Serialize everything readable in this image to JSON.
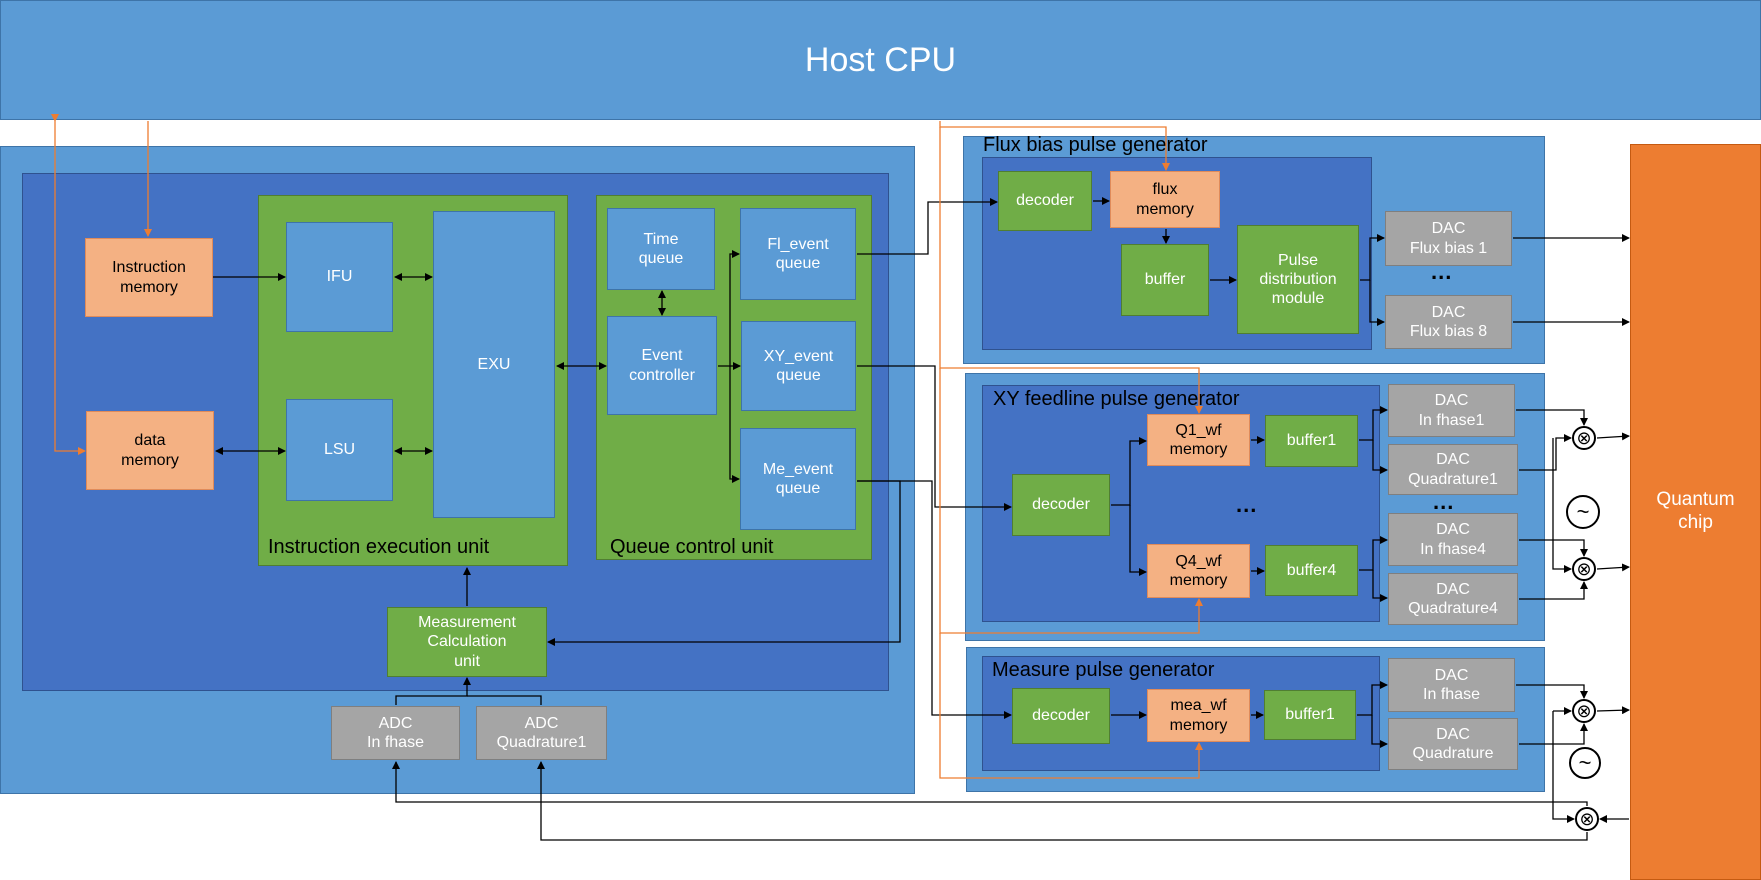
{
  "host": {
    "label": "Host CPU"
  },
  "controller": {
    "instruction_memory": "Instruction\nmemory",
    "data_memory": "data\nmemory",
    "ifu": "IFU",
    "lsu": "LSU",
    "exu": "EXU",
    "ieu_title": "Instruction execution unit",
    "qcu_title": "Queue control unit",
    "time_queue": "Time\nqueue",
    "event_controller": "Event\ncontroller",
    "fl_event_queue": "Fl_event\nqueue",
    "xy_event_queue": "XY_event\nqueue",
    "me_event_queue": "Me_event\nqueue",
    "measurement_unit": "Measurement\nCalculation\nunit",
    "adc_in": "ADC\nIn fhase",
    "adc_quad": "ADC\nQuadrature1"
  },
  "flux": {
    "title": "Flux bias pulse generator",
    "decoder": "decoder",
    "memory": "flux\nmemory",
    "buffer": "buffer",
    "pdm": "Pulse\ndistribution\nmodule",
    "dac1": "DAC\nFlux bias 1",
    "dac8": "DAC\nFlux bias 8",
    "dots": "..."
  },
  "xy": {
    "title": "XY feedline pulse generator",
    "decoder": "decoder",
    "q1": "Q1_wf\nmemory",
    "q4": "Q4_wf\nmemory",
    "buffer1": "buffer1",
    "buffer4": "buffer4",
    "dots_mid": "...",
    "dots_dac": "...",
    "dac_in1": "DAC\nIn fhase1",
    "dac_quad1": "DAC\nQuadrature1",
    "dac_in4": "DAC\nIn fhase4",
    "dac_quad4": "DAC\nQuadrature4"
  },
  "measure": {
    "title": "Measure pulse generator",
    "decoder": "decoder",
    "memory": "mea_wf\nmemory",
    "buffer1": "buffer1",
    "dac_in": "DAC\nIn fhase",
    "dac_quad": "DAC\nQuadrature"
  },
  "quantum": {
    "label": "Quantum\nchip"
  },
  "symbols": {
    "mixer": "⊗",
    "oscillator": "~"
  },
  "colors": {
    "light_blue": "#5B9BD5",
    "dark_blue": "#4472C4",
    "green": "#70AD47",
    "salmon": "#F4B183",
    "grey": "#A5A5A5",
    "orange": "#ED7D31"
  }
}
